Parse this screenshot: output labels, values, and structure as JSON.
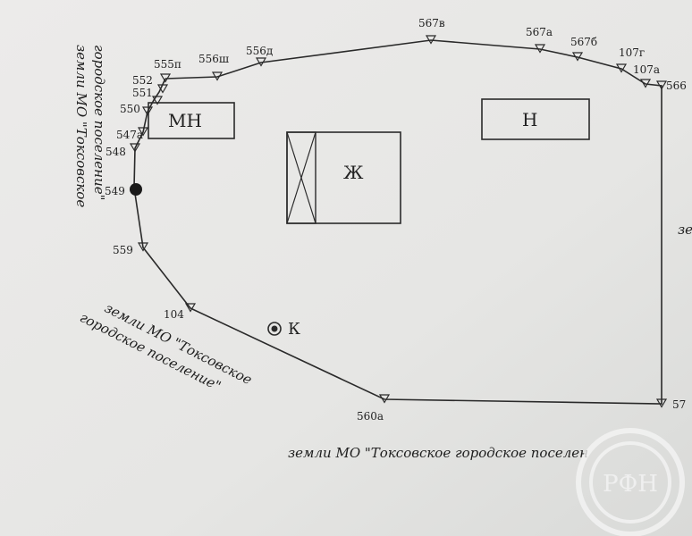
{
  "colors": {
    "paper": "#e9e9e7",
    "ink": "#2a2a2a",
    "stamp": "#f4f4f4"
  },
  "plot": {
    "points": [
      {
        "id": "555",
        "label": "555п"
      },
      {
        "id": "556",
        "label": "556ш"
      },
      {
        "id": "556d",
        "label": "556д"
      },
      {
        "id": "567v",
        "label": "567в"
      },
      {
        "id": "567a",
        "label": "567а"
      },
      {
        "id": "567b",
        "label": "567б"
      },
      {
        "id": "107g",
        "label": "107г"
      },
      {
        "id": "107a",
        "label": "107а"
      },
      {
        "id": "566",
        "label": "566"
      },
      {
        "id": "57",
        "label": "57"
      },
      {
        "id": "560a",
        "label": "560а"
      },
      {
        "id": "104",
        "label": "104"
      },
      {
        "id": "559",
        "label": "559"
      },
      {
        "id": "549",
        "label": "549"
      },
      {
        "id": "548",
        "label": "548"
      },
      {
        "id": "547a",
        "label": "547а"
      },
      {
        "id": "550",
        "label": "550"
      },
      {
        "id": "551",
        "label": "551"
      },
      {
        "id": "552",
        "label": "552"
      }
    ],
    "zones": [
      {
        "id": "mn",
        "label": "МН"
      },
      {
        "id": "n",
        "label": "Н"
      },
      {
        "id": "zh",
        "label": "Ж"
      }
    ],
    "marker": {
      "label": "К"
    },
    "edge_right_fragment": "зе"
  },
  "captions": {
    "left_line1": "земли МО \"Токсовское",
    "left_line2": "городское поселение\"",
    "diag_line1": "земли МО \"Токсовское",
    "diag_line2": "городское поселение\"",
    "bottom": "земли МО \"Токсовское городское поселен"
  },
  "stamp": {
    "letters": "РФН"
  }
}
